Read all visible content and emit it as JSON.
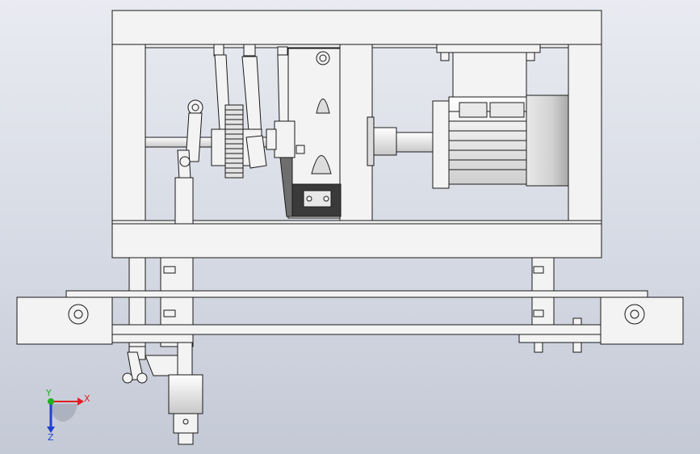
{
  "viewport": {
    "name": "cad-3d-viewport",
    "background_top": "#e9ebf1",
    "background_bottom": "#c4c9d6"
  },
  "model": {
    "description_icons": [
      "machine-frame",
      "gearbox",
      "electric-motor",
      "chain-drive",
      "crank-linkage",
      "bottom-rail"
    ],
    "colors": {
      "steel": "#f2f2f2",
      "edge": "#1a1a1a",
      "shadow": "#bfbfbf",
      "dark_part": "#3a3a3a"
    }
  },
  "triad": {
    "x_label": "X",
    "y_label": "Y",
    "z_label": "Z",
    "x_color": "#e02020",
    "y_color": "#20b020",
    "z_color": "#2040d0"
  }
}
